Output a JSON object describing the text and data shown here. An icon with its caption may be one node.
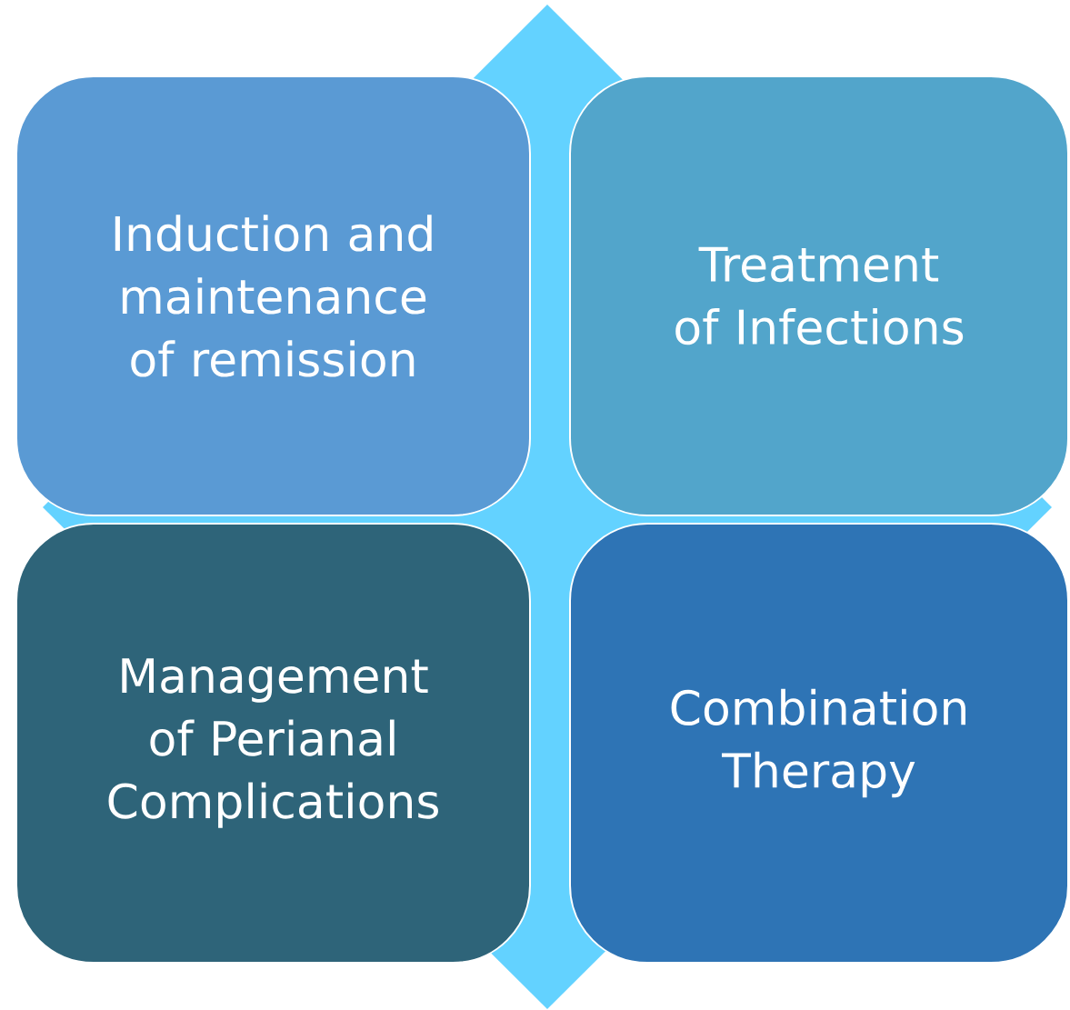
{
  "diagram": {
    "nodes": [
      {
        "text": [
          "Induction and maintenance of remission"
        ]
      },
      {
        "text": [
          "Treatment of Infections"
        ]
      },
      {
        "text": [
          "Management of Perianal Complications"
        ]
      },
      {
        "text": [
          "Combination Therapy"
        ]
      }
    ]
  }
}
